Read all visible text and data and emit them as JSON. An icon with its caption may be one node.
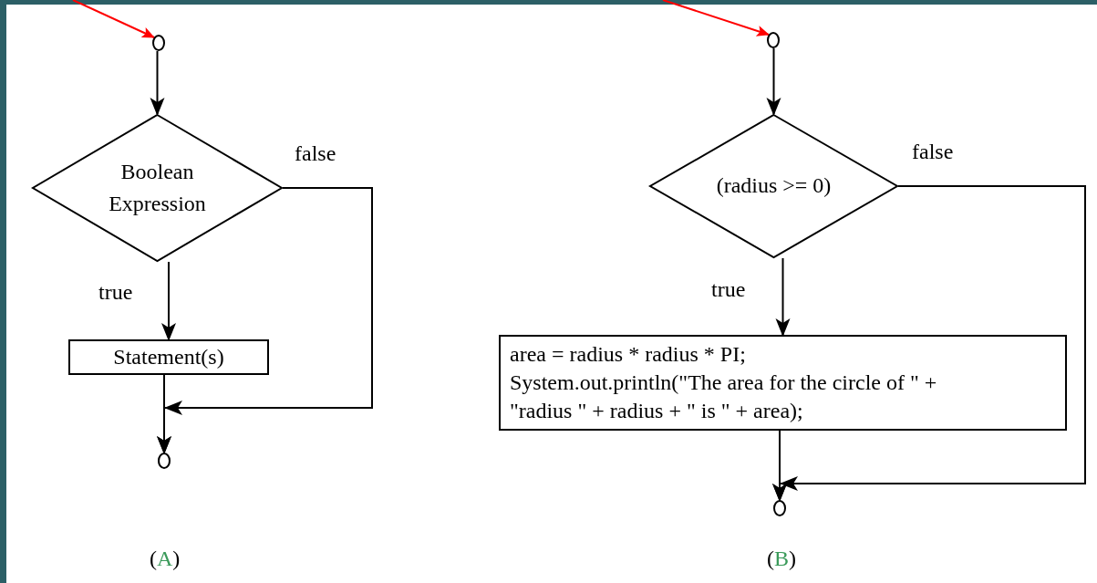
{
  "diagram": {
    "nodes": [
      {
        "text": [],
        "shape": "circle"
      },
      {
        "text": [
          "Boolean Expression"
        ]
      },
      {
        "text": [
          "Statement(s)"
        ]
      },
      {
        "text": [],
        "shape": "circle"
      },
      {
        "text": [],
        "shape": "circle"
      },
      {
        "text": [
          "(radius >= 0)"
        ]
      },
      {
        "text": [
          "area = radius * radius * PI; System.out.println(\"The area for the circle of \" + \"radius \" + radius + \" is \" + area);"
        ]
      },
      {
        "text": [],
        "shape": "circle"
      }
    ],
    "edges": [
      {
        "from": null,
        "to": 0,
        "arrow": "to",
        "color": "#ff0000"
      },
      {
        "from": 0,
        "to": 1,
        "arrow": "to"
      },
      {
        "from": 1,
        "to": 2,
        "arrow": "to",
        "label": "true"
      },
      {
        "from": 2,
        "to": 3,
        "arrow": "to"
      },
      {
        "from": 1,
        "to": 3,
        "arrow": "to",
        "label": "false"
      },
      {
        "from": null,
        "to": 4,
        "arrow": "to",
        "color": "#ff0000"
      },
      {
        "from": 4,
        "to": 5,
        "arrow": "to"
      },
      {
        "from": 5,
        "to": 6,
        "arrow": "to",
        "label": "true"
      },
      {
        "from": 6,
        "to": 7,
        "arrow": "to"
      },
      {
        "from": 5,
        "to": 7,
        "arrow": "to",
        "label": "false"
      }
    ],
    "labels": [
      "(A)",
      "(B)"
    ]
  }
}
